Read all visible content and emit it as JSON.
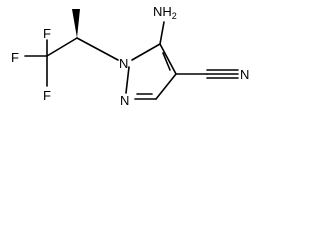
{
  "molecule": {
    "labels": {
      "amino": "NH2",
      "nitrile_n": "N",
      "ring_n1": "N",
      "ring_n2": "N",
      "fluorine_left": "F",
      "fluorine_top": "F",
      "fluorine_bottom": "F"
    }
  }
}
